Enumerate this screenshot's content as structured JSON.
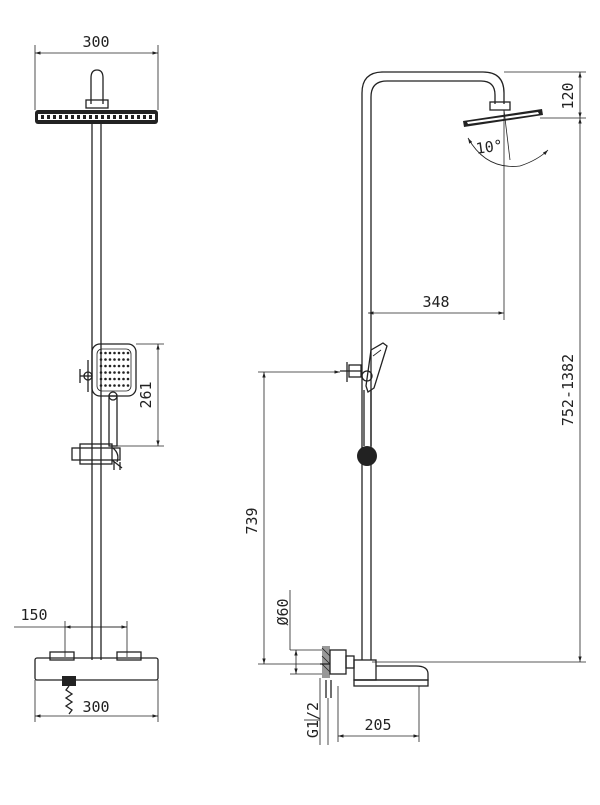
{
  "colors": {
    "line": "#222222",
    "background": "#ffffff"
  },
  "front_view": {
    "dims": {
      "head_width": "300",
      "handset_height": "261",
      "inlet_spacing": "150",
      "base_width": "300"
    }
  },
  "side_view": {
    "dims": {
      "arm_height": "120",
      "tilt_angle": "10°",
      "arm_reach": "348",
      "mixer_height": "739",
      "pipe_diameter": "Ø60",
      "adjust_range": "752-1382",
      "connection": "G1/2",
      "spout_length": "205"
    }
  }
}
